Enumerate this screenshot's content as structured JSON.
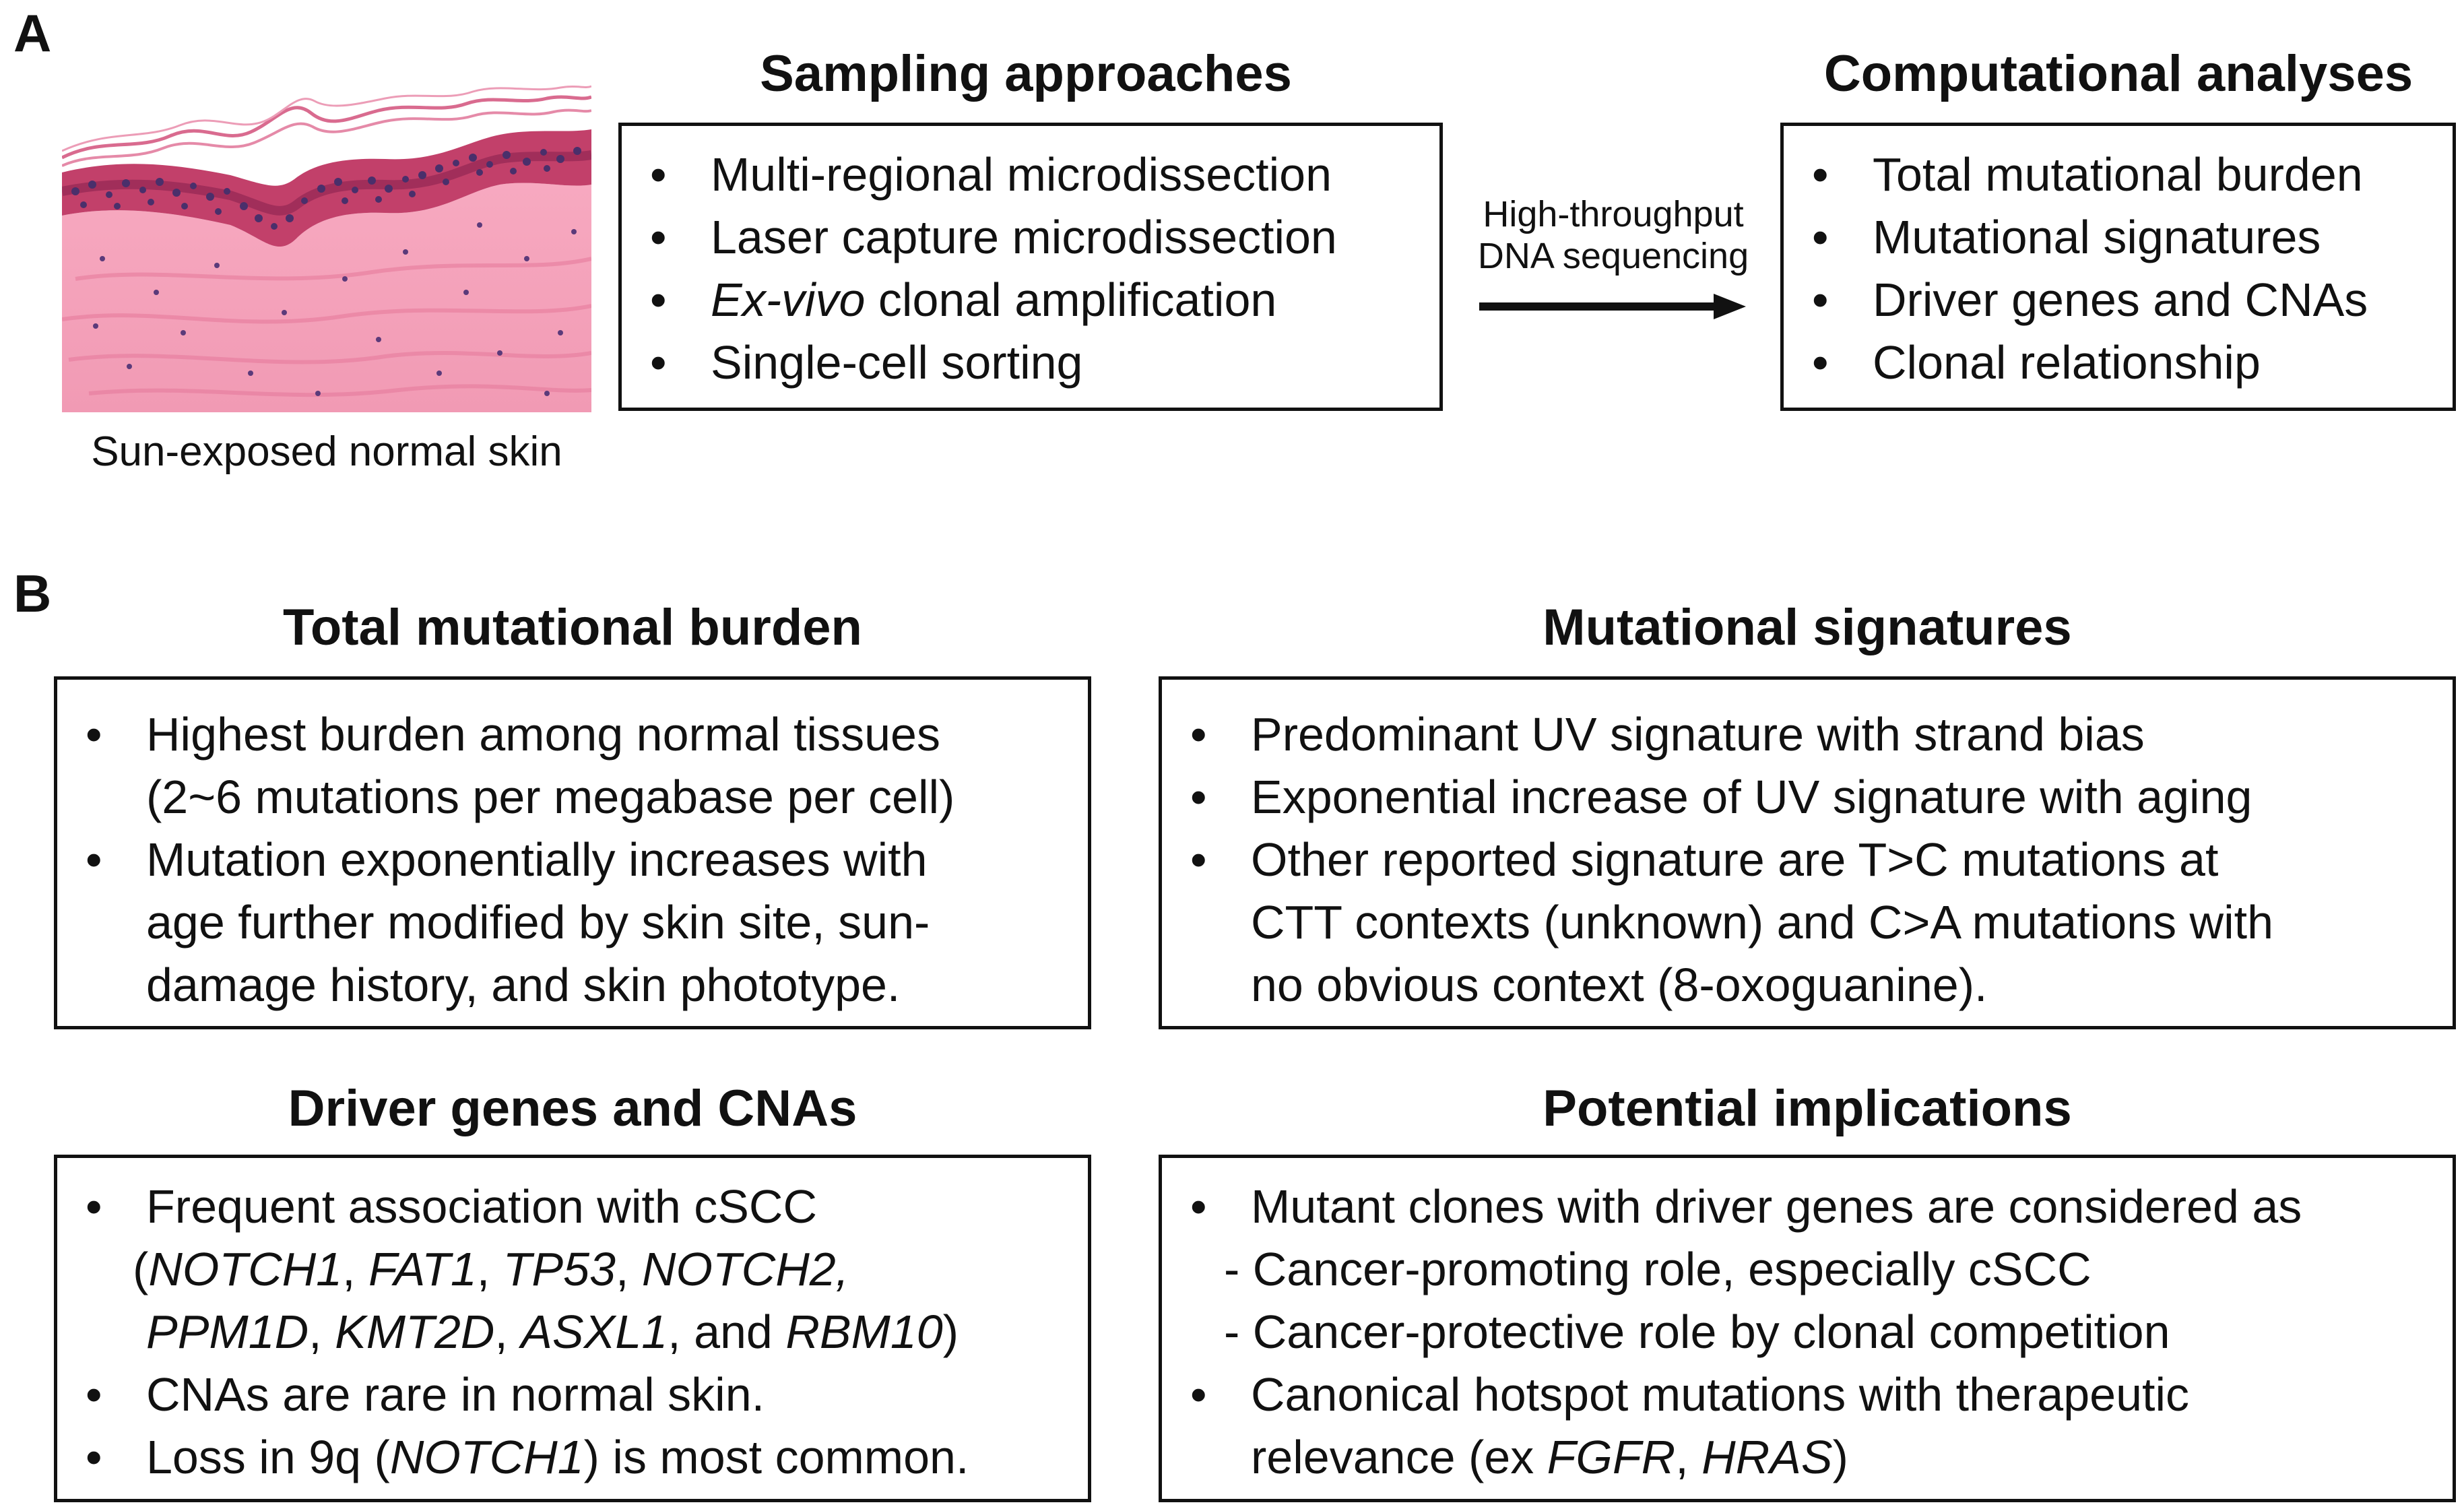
{
  "panel_a": {
    "label": "A",
    "image_caption": "Sun-exposed normal skin",
    "sampling": {
      "title": "Sampling approaches",
      "items": [
        {
          "plain": "Multi-regional microdissection"
        },
        {
          "plain": "Laser capture microdissection"
        },
        {
          "italic": "Ex-vivo",
          "plain": " clonal amplification"
        },
        {
          "plain": "Single-cell sorting"
        }
      ]
    },
    "arrow": {
      "line1": "High-throughput",
      "line2": "DNA sequencing"
    },
    "computational": {
      "title": "Computational analyses",
      "items": [
        "Total mutational burden",
        "Mutational signatures",
        "Driver genes and CNAs",
        "Clonal relationship"
      ]
    }
  },
  "panel_b": {
    "label": "B",
    "burden": {
      "title": "Total mutational burden",
      "lines": [
        "Highest burden among normal tissues",
        "(2~6 mutations per megabase per cell)",
        "Mutation exponentially increases with",
        "age further modified by skin site, sun-",
        "damage history, and skin phototype."
      ]
    },
    "signatures": {
      "title": "Mutational signatures",
      "lines": [
        "Predominant UV signature with strand bias",
        "Exponential increase of UV signature with aging",
        "Other reported signature are T>C mutations at",
        "CTT contexts (unknown) and C>A mutations with",
        "no obvious context (8-oxoguanine)."
      ]
    },
    "drivers": {
      "title": "Driver genes and CNAs",
      "line1": "Frequent association with cSCC",
      "genes": [
        "NOTCH1",
        "FAT1",
        "TP53",
        "NOTCH2,",
        "PPM1D",
        "KMT2D",
        "ASXL1",
        "RBM10"
      ],
      "seps": {
        "open": "(",
        "comma": ", ",
        "and": ", and ",
        "close": ")"
      },
      "line4": "CNAs are rare in normal skin.",
      "line5_pre": "Loss in 9q (",
      "line5_gene": "NOTCH1",
      "line5_post": ") is most common."
    },
    "implications": {
      "title": "Potential implications",
      "line1": "Mutant clones with driver genes are considered as",
      "line2": "- Cancer-promoting role, especially cSCC",
      "line3": "- Cancer-protective role by clonal competition",
      "line4": "Canonical hotspot mutations with therapeutic",
      "line5_pre": "relevance (ex ",
      "gene1": "FGFR",
      "sep": ", ",
      "gene2": "HRAS",
      "line5_post": ")"
    }
  },
  "colors": {
    "stroke": "#111111",
    "dermis": "#ef8ca7",
    "epidermis": "#c2406a",
    "nuclei": "#4a2f6b"
  }
}
